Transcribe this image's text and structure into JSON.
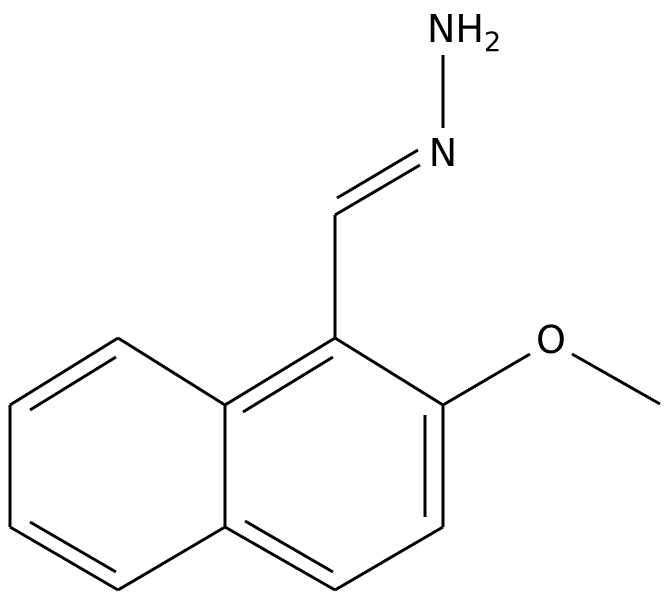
{
  "molecule": {
    "atoms": {
      "nh2": {
        "symbol": "NH",
        "subscript": "2"
      },
      "n": {
        "symbol": "N"
      },
      "o": {
        "symbol": "O"
      }
    }
  },
  "colors": {
    "bond": "#000000",
    "label": "#000000",
    "background": "#ffffff"
  }
}
